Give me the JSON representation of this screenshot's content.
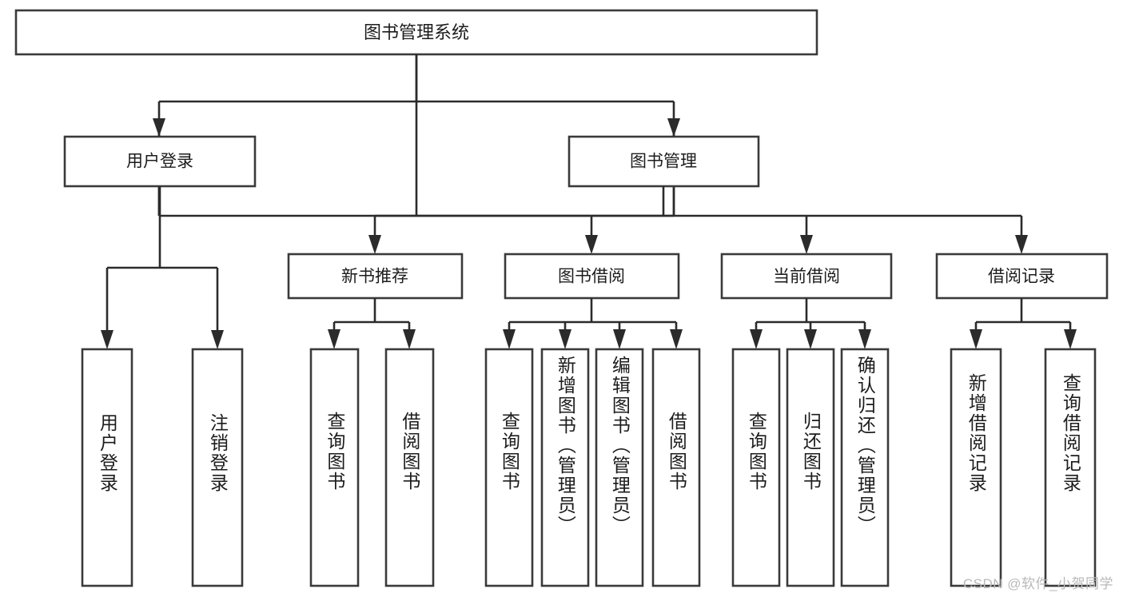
{
  "diagram": {
    "type": "tree-hierarchy",
    "title": "图书管理系统",
    "watermark": "CSDN @软件_小贺同学",
    "root": {
      "id": "root",
      "label": "图书管理系统"
    },
    "level1": [
      {
        "id": "user-login",
        "label": "用户登录"
      },
      {
        "id": "book-manage",
        "label": "图书管理"
      }
    ],
    "level2": [
      {
        "id": "new-book-recommend",
        "label": "新书推荐",
        "parent": "book-manage"
      },
      {
        "id": "book-borrow",
        "label": "图书借阅",
        "parent": "book-manage"
      },
      {
        "id": "current-borrow",
        "label": "当前借阅",
        "parent": "book-manage"
      },
      {
        "id": "borrow-record",
        "label": "借阅记录",
        "parent": "book-manage"
      }
    ],
    "leaves": {
      "user-login": [
        {
          "id": "leaf-user-login",
          "label": "用户登录"
        },
        {
          "id": "leaf-logout-login",
          "label": "注销登录"
        }
      ],
      "new-book-recommend": [
        {
          "id": "leaf-query-book-1",
          "label": "查询图书"
        },
        {
          "id": "leaf-borrow-book-1",
          "label": "借阅图书"
        }
      ],
      "book-borrow": [
        {
          "id": "leaf-query-book-2",
          "label": "查询图书"
        },
        {
          "id": "leaf-add-book",
          "label": "新增图书（管理员）"
        },
        {
          "id": "leaf-edit-book",
          "label": "编辑图书（管理员）"
        },
        {
          "id": "leaf-borrow-book-2",
          "label": "借阅图书"
        }
      ],
      "current-borrow": [
        {
          "id": "leaf-query-book-3",
          "label": "查询图书"
        },
        {
          "id": "leaf-return-book",
          "label": "归还图书"
        },
        {
          "id": "leaf-confirm-return",
          "label": "确认归还（管理员）"
        }
      ],
      "borrow-record": [
        {
          "id": "leaf-add-record",
          "label": "新增借阅记录"
        },
        {
          "id": "leaf-query-record",
          "label": "查询借阅记录"
        }
      ]
    },
    "colors": {
      "box_fill": "#ffffff",
      "box_stroke": "#3a3a3a",
      "connector": "#2b2b2b",
      "text": "#1c1c1c",
      "watermark": "#b9b9b9",
      "background": "#ffffff"
    }
  }
}
